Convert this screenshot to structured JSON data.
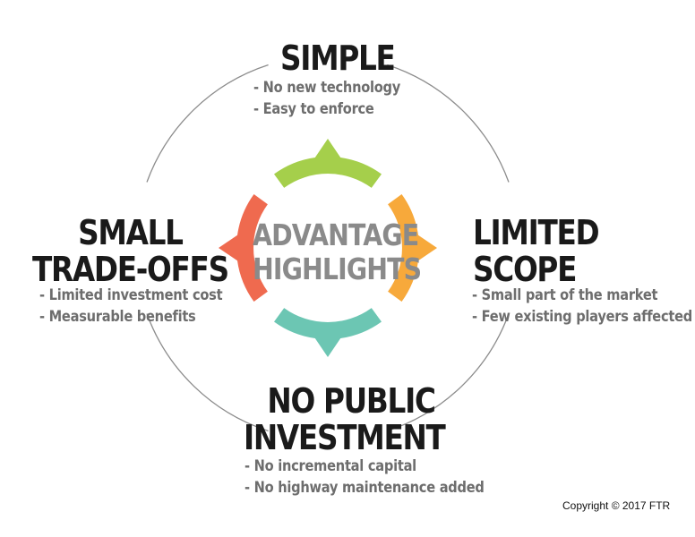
{
  "center": {
    "line1": "ADVANTAGE",
    "line2": "HIGHLIGHTS"
  },
  "segments": [
    {
      "key": "top",
      "color": "#a5cf4b",
      "title_lines": [
        "SIMPLE"
      ],
      "bullets": [
        "No new technology",
        "Easy to enforce"
      ]
    },
    {
      "key": "right",
      "color": "#f7a93b",
      "title_lines": [
        "LIMITED",
        "SCOPE"
      ],
      "bullets": [
        "Small part of the market",
        "Few existing players affected"
      ]
    },
    {
      "key": "bottom",
      "color": "#6cc6b3",
      "title_lines": [
        "NO PUBLIC",
        "INVESTMENT"
      ],
      "bullets": [
        "No incremental capital",
        "No highway maintenance added"
      ]
    },
    {
      "key": "left",
      "color": "#ef6a4f",
      "title_lines": [
        "SMALL",
        "TRADE-OFFS"
      ],
      "bullets": [
        "Limited investment cost",
        "Measurable benefits"
      ]
    }
  ],
  "outer_ring_color": "#8c8c8c",
  "copyright": "Copyright © 2017 FTR"
}
